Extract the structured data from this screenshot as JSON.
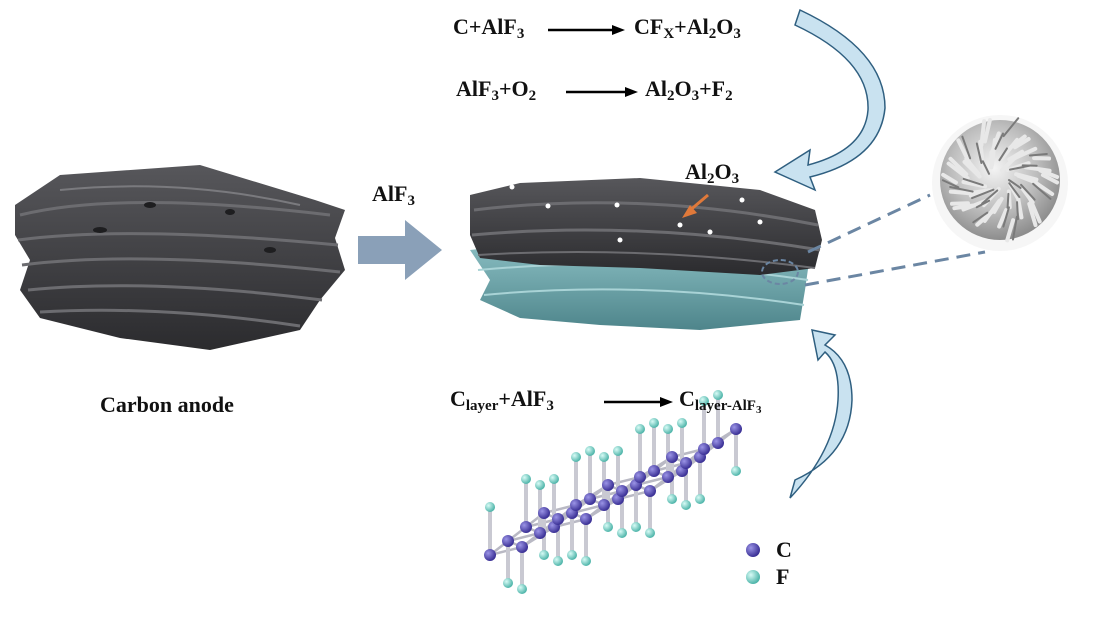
{
  "labels": {
    "carbon_anode": "Carbon anode",
    "reagent_main": "AlF",
    "reagent_main_sub": "3",
    "oxide_tag_a": "Al",
    "oxide_tag_a_sub": "2",
    "oxide_tag_b": "O",
    "oxide_tag_b_sub": "3"
  },
  "equation1": {
    "lhs_1": "C+AlF",
    "lhs_1_sub": "3",
    "rhs_1": "CF",
    "rhs_1_sub": "X",
    "rhs_2": "+Al",
    "rhs_2_sub": "2",
    "rhs_3": "O",
    "rhs_3_sub": "3"
  },
  "equation2": {
    "lhs_1": "AlF",
    "lhs_1_sub": "3",
    "lhs_2": "+O",
    "lhs_2_sub": "2",
    "rhs_1": "Al",
    "rhs_1_sub": "2",
    "rhs_2": "O",
    "rhs_2_sub": "3",
    "rhs_3": "+F",
    "rhs_3_sub": "2"
  },
  "equation3": {
    "lhs_1": "C",
    "lhs_1_sub": "layer",
    "lhs_2": "+AlF",
    "lhs_2_sub": "3",
    "rhs_1": "C",
    "rhs_1_sub": "layer-AlF",
    "rhs_1_subsub": "3"
  },
  "legend": {
    "c_label": "C",
    "f_label": "F",
    "c_color": "#5a4fb8",
    "f_color": "#7fd9cf"
  },
  "colors": {
    "carbon": "#3c3c3f",
    "fluorinated_layer": "#6fa3a8",
    "arrow_fill": "#8aa0b8",
    "curved_arrow": "#c9e2f0",
    "curved_arrow_stroke": "#2f5f80",
    "orange_arrow": "#e0793a",
    "dashed_line": "#6b86a3"
  }
}
